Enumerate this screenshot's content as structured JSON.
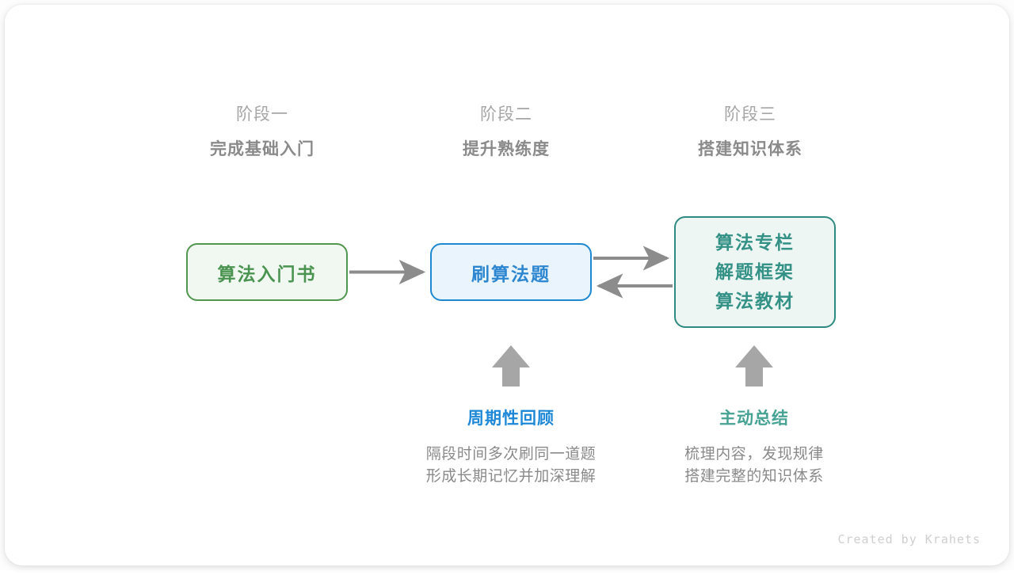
{
  "canvas": {
    "background": "#ffffff",
    "card_background": "#ffffff"
  },
  "stages": [
    {
      "label": "阶段一",
      "title": "完成基础入门"
    },
    {
      "label": "阶段二",
      "title": "提升熟练度"
    },
    {
      "label": "阶段三",
      "title": "搭建知识体系"
    }
  ],
  "nodes": [
    {
      "id": "book",
      "lines": [
        "算法入门书"
      ],
      "fill": "#f1f8f1",
      "border": "#51964f",
      "text_color": "#4a9350"
    },
    {
      "id": "practice",
      "lines": [
        "刷算法题"
      ],
      "fill": "#eaf4fc",
      "border": "#1e88d0",
      "text_color": "#2d86d0"
    },
    {
      "id": "resources",
      "lines": [
        "算法专栏",
        "解题框架",
        "算法教材"
      ],
      "fill": "#eef6f4",
      "border": "#2f8b81",
      "text_color": "#339186"
    }
  ],
  "connectors": {
    "color": "#8c8c8c",
    "items": [
      {
        "name": "book-to-practice",
        "direction": "right"
      },
      {
        "name": "practice-to-resources",
        "direction": "right"
      },
      {
        "name": "resources-to-practice",
        "direction": "left"
      }
    ]
  },
  "notes": [
    {
      "id": "review",
      "arrow": "up-arrow",
      "title": "周期性回顾",
      "title_color": "#1e88d8",
      "desc_lines": [
        "隔段时间多次刷同一道题",
        "形成长期记忆并加深理解"
      ]
    },
    {
      "id": "summary",
      "arrow": "up-arrow",
      "title": "主动总结",
      "title_color": "#46a293",
      "desc_lines": [
        "梳理内容，发现规律",
        "搭建完整的知识体系"
      ]
    }
  ],
  "credit": "Created by Krahets"
}
